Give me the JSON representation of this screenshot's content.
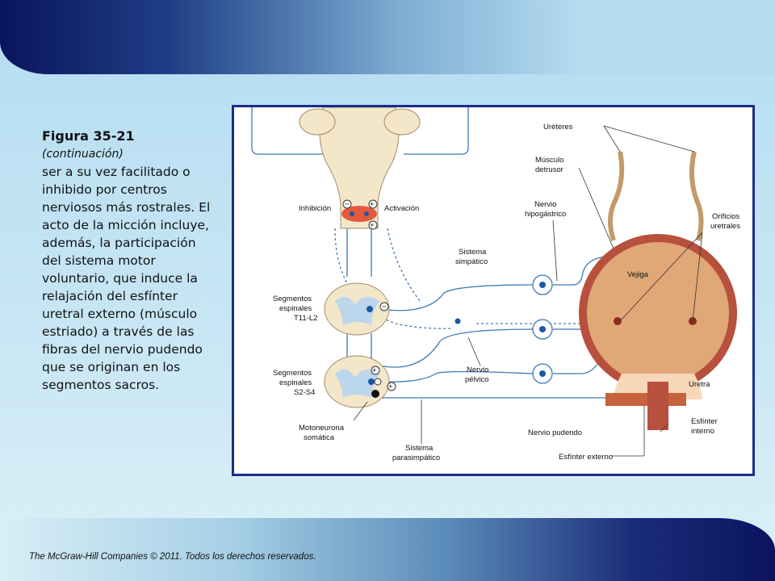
{
  "caption": {
    "title": "Figura 35-21",
    "subtitle": "(continuación)",
    "body": "ser a su vez facilitado o inhibido por centros nerviosos más rostrales. El acto de la micción incluye, además, la participación del sistema motor voluntario, que induce la relajación del esfínter uretral externo (músculo estriado) a través de las fibras del nervio pudendo que se originan en los segmentos sacros."
  },
  "footer": "The McGraw-Hill Companies © 2011. Todos los derechos reservados.",
  "diagram": {
    "labels": {
      "inhibicion": "Inhibición",
      "activacion": "Activación",
      "seg1_line1": "Segmentos",
      "seg1_line2": "espinales",
      "seg1_line3": "T11-L2",
      "seg2_line1": "Segmentos",
      "seg2_line2": "espinales",
      "seg2_line3": "S2-S4",
      "motoneurona1": "Motoneurona",
      "motoneurona2": "somática",
      "sis_simp1": "Sistema",
      "sis_simp2": "simpático",
      "nervio_pelvico1": "Nervio",
      "nervio_pelvico2": "pélvico",
      "sis_para1": "Sistema",
      "sis_para2": "parasimpático",
      "nervio_hipo1": "Nervio",
      "nervio_hipo2": "hipogástrico",
      "ureteres": "Uréteres",
      "musculo1": "Músculo",
      "musculo2": "detrusor",
      "orificios1": "Orificios",
      "orificios2": "uretrales",
      "vejiga": "Vejiga",
      "uretra": "Uretra",
      "esfinter_int1": "Esfínter",
      "esfinter_int2": "interno",
      "nervio_pudendo": "Nervio pudendo",
      "esfinter_ext": "Esfínter externo"
    }
  },
  "colors": {
    "nerve": "#3f78b8",
    "bladder": "#e0a877",
    "muscle": "#b8503e",
    "nucleus": "#e3593a",
    "frame": "#1c2d88"
  }
}
